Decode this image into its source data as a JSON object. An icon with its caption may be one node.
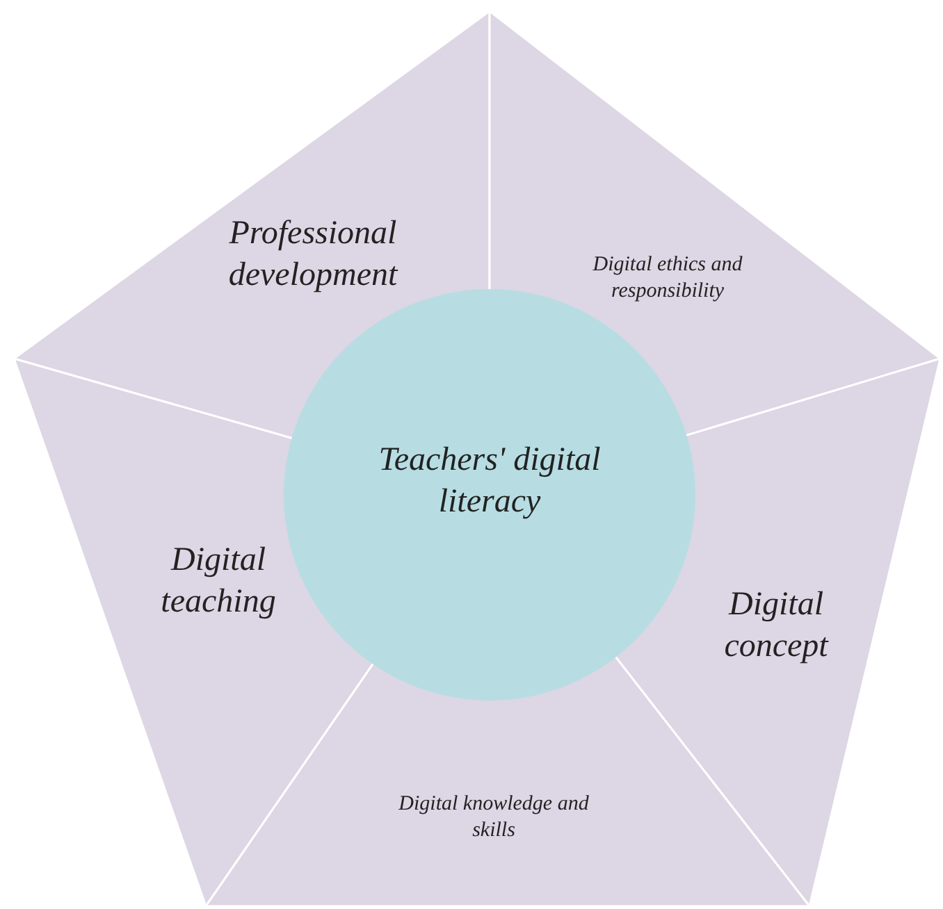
{
  "diagram": {
    "nodes": [
      {
        "text": [
          "Professional development"
        ]
      },
      {
        "text": [
          "Digital ethics and responsibility"
        ]
      },
      {
        "text": [
          "Teachers' digital literacy"
        ]
      },
      {
        "text": [
          "Digital teaching"
        ]
      },
      {
        "text": [
          "Digital concept"
        ]
      },
      {
        "text": [
          "Digital knowledge and skills"
        ]
      }
    ]
  }
}
